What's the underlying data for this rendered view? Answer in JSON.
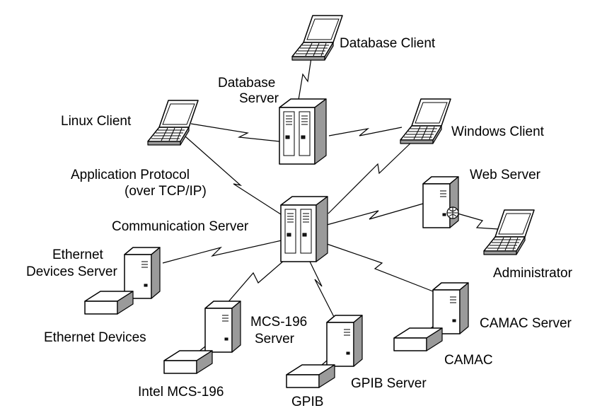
{
  "labels": {
    "database_client": "Database Client",
    "database_server_1": "Database",
    "database_server_2": "Server",
    "linux_client": "Linux Client",
    "windows_client": "Windows Client",
    "app_protocol_1": "Application Protocol",
    "app_protocol_2": "(over TCP/IP)",
    "web_server": "Web Server",
    "communication_server": "Communication Server",
    "ethernet_server_1": "Ethernet",
    "ethernet_server_2": "Devices Server",
    "administrator": "Administrator",
    "camac_server": "CAMAC Server",
    "camac": "CAMAC",
    "ethernet_devices": "Ethernet Devices",
    "mcs_server_1": "MCS-196",
    "mcs_server_2": "Server",
    "gpib_server": "GPIB Server",
    "intel_mcs": "Intel MCS-196",
    "gpib": "GPIB"
  }
}
